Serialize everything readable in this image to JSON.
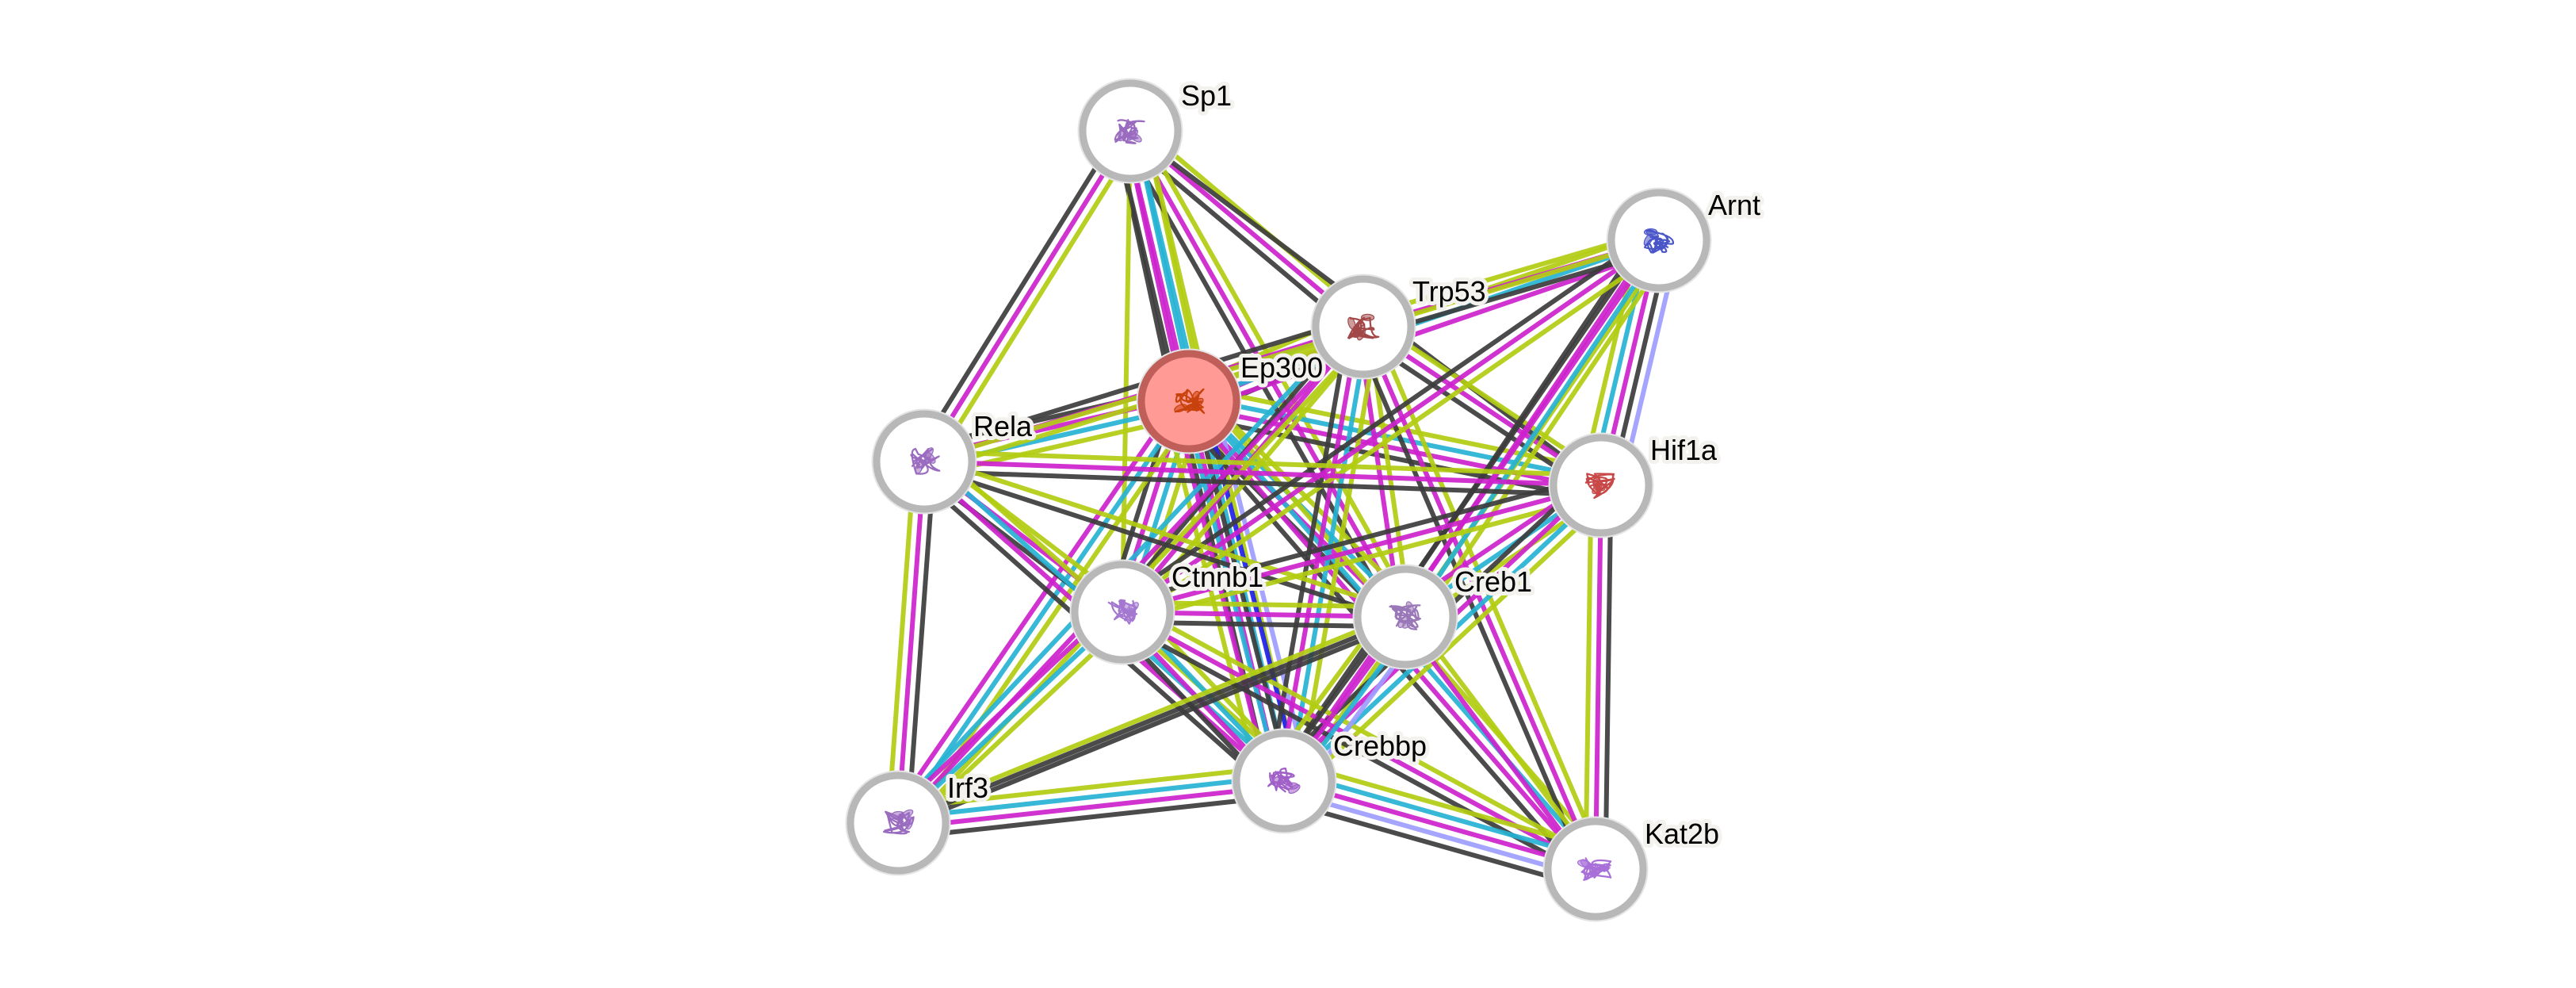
{
  "title": "STRING protein interaction network - Ep300 (Mus musculus)",
  "edge_colors": {
    "curated_database": "#26b2d4",
    "experimental": "#cc22cc",
    "textmining": "#b2cc11",
    "coexpression": "#3c3c3c",
    "gene_cooccurrence": "#1f1fee",
    "homology": "#9d9dff"
  },
  "query_node_colors": {
    "fill": "#ff9a94",
    "ring": "#c05e5a",
    "glyph": "#c8420c"
  },
  "nodes": [
    {
      "id": "Sp1",
      "label": "Sp1",
      "query": false,
      "glyph_color": "#9a6cc0"
    },
    {
      "id": "Ep300",
      "label": "Ep300",
      "query": true,
      "glyph_color": "#c8420c"
    },
    {
      "id": "Trp53",
      "label": "Trp53",
      "query": false,
      "glyph_color": "#a34848"
    },
    {
      "id": "Arnt",
      "label": "Arnt",
      "query": false,
      "glyph_color": "#4a55c8"
    },
    {
      "id": "Rela",
      "label": "Rela",
      "query": false,
      "glyph_color": "#9a6cc0"
    },
    {
      "id": "Hif1a",
      "label": "Hif1a",
      "query": false,
      "glyph_color": "#c84848"
    },
    {
      "id": "Ctnnb1",
      "label": "Ctnnb1",
      "query": false,
      "glyph_color": "#a478d0"
    },
    {
      "id": "Creb1",
      "label": "Creb1",
      "query": false,
      "glyph_color": "#9a78b8"
    },
    {
      "id": "Crebbp",
      "label": "Crebbp",
      "query": false,
      "glyph_color": "#a060c8"
    },
    {
      "id": "Irf3",
      "label": "Irf3",
      "query": false,
      "glyph_color": "#9a6cc0"
    },
    {
      "id": "Kat2b",
      "label": "Kat2b",
      "query": false,
      "glyph_color": "#a870d8"
    }
  ],
  "edges": [
    {
      "source": "Sp1",
      "target": "Ep300",
      "types": [
        "textmining",
        "curated_database",
        "experimental",
        "coexpression"
      ]
    },
    {
      "source": "Sp1",
      "target": "Trp53",
      "types": [
        "textmining",
        "experimental",
        "coexpression"
      ]
    },
    {
      "source": "Sp1",
      "target": "Rela",
      "types": [
        "textmining",
        "experimental",
        "coexpression"
      ]
    },
    {
      "source": "Sp1",
      "target": "Ctnnb1",
      "types": [
        "textmining"
      ]
    },
    {
      "source": "Sp1",
      "target": "Creb1",
      "types": [
        "textmining",
        "experimental",
        "coexpression"
      ]
    },
    {
      "source": "Sp1",
      "target": "Crebbp",
      "types": [
        "textmining",
        "curated_database",
        "experimental",
        "coexpression"
      ]
    },
    {
      "source": "Sp1",
      "target": "Hif1a",
      "types": [
        "coexpression"
      ]
    },
    {
      "source": "Ep300",
      "target": "Trp53",
      "types": [
        "textmining",
        "curated_database",
        "experimental",
        "coexpression"
      ]
    },
    {
      "source": "Ep300",
      "target": "Rela",
      "types": [
        "textmining",
        "curated_database",
        "experimental",
        "coexpression"
      ]
    },
    {
      "source": "Ep300",
      "target": "Hif1a",
      "types": [
        "textmining",
        "curated_database",
        "experimental",
        "coexpression"
      ]
    },
    {
      "source": "Ep300",
      "target": "Ctnnb1",
      "types": [
        "textmining",
        "curated_database",
        "experimental",
        "coexpression"
      ]
    },
    {
      "source": "Ep300",
      "target": "Creb1",
      "types": [
        "textmining",
        "curated_database",
        "experimental",
        "coexpression"
      ]
    },
    {
      "source": "Ep300",
      "target": "Crebbp",
      "types": [
        "homology",
        "gene_cooccurrence",
        "coexpression",
        "curated_database",
        "experimental",
        "textmining"
      ]
    },
    {
      "source": "Ep300",
      "target": "Irf3",
      "types": [
        "textmining",
        "curated_database",
        "experimental"
      ]
    },
    {
      "source": "Ep300",
      "target": "Kat2b",
      "types": [
        "textmining",
        "curated_database",
        "experimental",
        "coexpression"
      ]
    },
    {
      "source": "Ep300",
      "target": "Arnt",
      "types": [
        "textmining",
        "curated_database",
        "experimental"
      ]
    },
    {
      "source": "Trp53",
      "target": "Arnt",
      "types": [
        "textmining",
        "experimental",
        "coexpression"
      ]
    },
    {
      "source": "Trp53",
      "target": "Hif1a",
      "types": [
        "textmining",
        "experimental",
        "coexpression"
      ]
    },
    {
      "source": "Trp53",
      "target": "Ctnnb1",
      "types": [
        "textmining",
        "experimental",
        "coexpression"
      ]
    },
    {
      "source": "Trp53",
      "target": "Creb1",
      "types": [
        "textmining",
        "experimental"
      ]
    },
    {
      "source": "Trp53",
      "target": "Crebbp",
      "types": [
        "textmining",
        "curated_database",
        "experimental",
        "coexpression"
      ]
    },
    {
      "source": "Trp53",
      "target": "Rela",
      "types": [
        "textmining",
        "experimental",
        "coexpression"
      ]
    },
    {
      "source": "Trp53",
      "target": "Kat2b",
      "types": [
        "textmining",
        "experimental",
        "coexpression"
      ]
    },
    {
      "source": "Trp53",
      "target": "Irf3",
      "types": [
        "textmining",
        "experimental",
        "curated_database"
      ]
    },
    {
      "source": "Arnt",
      "target": "Hif1a",
      "types": [
        "homology",
        "coexpression",
        "experimental",
        "curated_database",
        "textmining"
      ]
    },
    {
      "source": "Arnt",
      "target": "Crebbp",
      "types": [
        "textmining",
        "experimental",
        "coexpression"
      ]
    },
    {
      "source": "Arnt",
      "target": "Creb1",
      "types": [
        "textmining",
        "curated_database",
        "experimental",
        "coexpression"
      ]
    },
    {
      "source": "Arnt",
      "target": "Ctnnb1",
      "types": [
        "textmining",
        "experimental",
        "coexpression"
      ]
    },
    {
      "source": "Arnt",
      "target": "Rela",
      "types": [
        "textmining"
      ]
    },
    {
      "source": "Rela",
      "target": "Hif1a",
      "types": [
        "textmining",
        "experimental",
        "coexpression"
      ]
    },
    {
      "source": "Rela",
      "target": "Ctnnb1",
      "types": [
        "textmining",
        "experimental",
        "coexpression"
      ]
    },
    {
      "source": "Rela",
      "target": "Creb1",
      "types": [
        "textmining",
        "coexpression"
      ]
    },
    {
      "source": "Rela",
      "target": "Crebbp",
      "types": [
        "textmining",
        "curated_database",
        "experimental",
        "coexpression"
      ]
    },
    {
      "source": "Rela",
      "target": "Irf3",
      "types": [
        "coexpression",
        "experimental",
        "textmining"
      ]
    },
    {
      "source": "Hif1a",
      "target": "Ctnnb1",
      "types": [
        "textmining",
        "experimental",
        "coexpression"
      ]
    },
    {
      "source": "Hif1a",
      "target": "Creb1",
      "types": [
        "textmining",
        "curated_database",
        "experimental"
      ]
    },
    {
      "source": "Hif1a",
      "target": "Crebbp",
      "types": [
        "textmining",
        "curated_database",
        "experimental",
        "coexpression"
      ]
    },
    {
      "source": "Hif1a",
      "target": "Kat2b",
      "types": [
        "coexpression",
        "experimental",
        "textmining"
      ]
    },
    {
      "source": "Ctnnb1",
      "target": "Creb1",
      "types": [
        "textmining",
        "experimental",
        "coexpression"
      ]
    },
    {
      "source": "Ctnnb1",
      "target": "Crebbp",
      "types": [
        "textmining",
        "curated_database",
        "experimental",
        "coexpression"
      ]
    },
    {
      "source": "Ctnnb1",
      "target": "Irf3",
      "types": [
        "textmining",
        "curated_database",
        "experimental"
      ]
    },
    {
      "source": "Ctnnb1",
      "target": "Kat2b",
      "types": [
        "textmining",
        "experimental",
        "coexpression"
      ]
    },
    {
      "source": "Creb1",
      "target": "Crebbp",
      "types": [
        "homology",
        "curated_database",
        "experimental",
        "coexpression",
        "textmining"
      ]
    },
    {
      "source": "Creb1",
      "target": "Kat2b",
      "types": [
        "textmining",
        "experimental"
      ]
    },
    {
      "source": "Creb1",
      "target": "Irf3",
      "types": [
        "coexpression",
        "textmining"
      ]
    },
    {
      "source": "Crebbp",
      "target": "Irf3",
      "types": [
        "coexpression",
        "experimental",
        "curated_database",
        "textmining"
      ]
    },
    {
      "source": "Crebbp",
      "target": "Kat2b",
      "types": [
        "textmining",
        "curated_database",
        "experimental",
        "homology",
        "coexpression"
      ]
    },
    {
      "source": "Irf3",
      "target": "Creb1",
      "types": [
        "coexpression"
      ]
    }
  ]
}
